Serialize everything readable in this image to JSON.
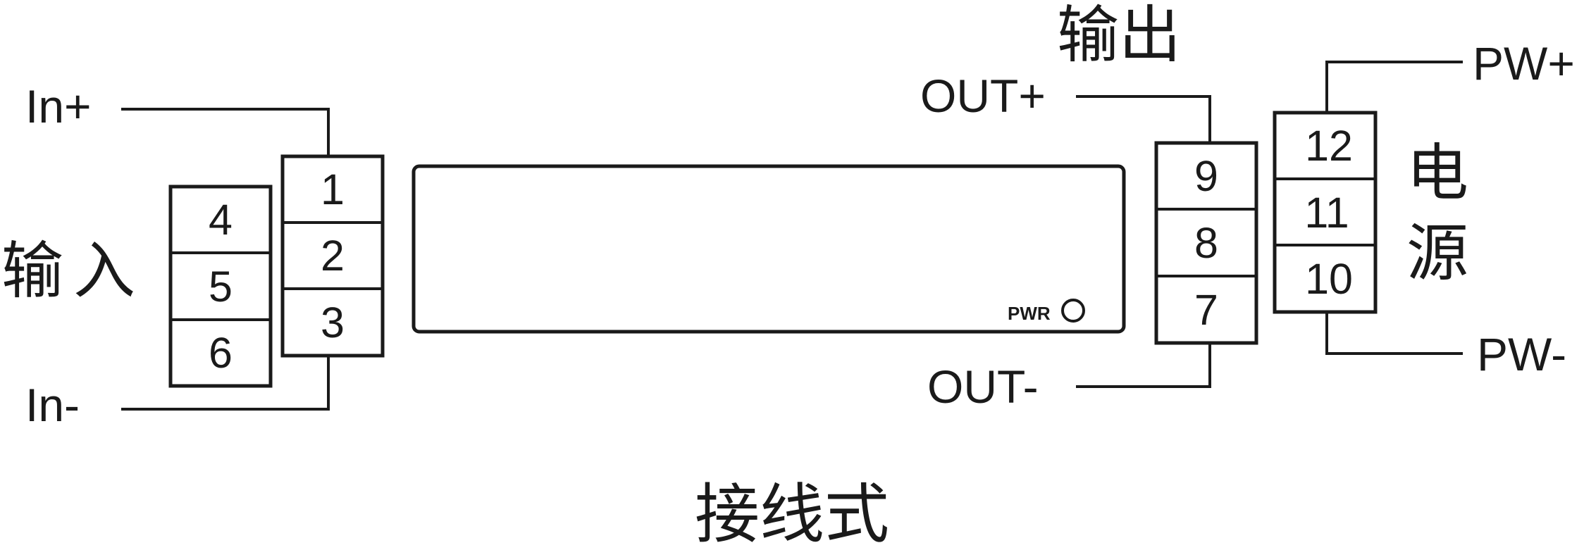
{
  "input": {
    "title_chars": [
      "输",
      "入"
    ],
    "signal_plus": "In+",
    "signal_minus": "In-",
    "terminals_outer": [
      "4",
      "5",
      "6"
    ],
    "terminals_inner": [
      "1",
      "2",
      "3"
    ]
  },
  "output": {
    "title": "输出",
    "signal_plus": "OUT+",
    "signal_minus": "OUT-",
    "terminals": [
      "9",
      "8",
      "7"
    ]
  },
  "power": {
    "title_chars": [
      "电",
      "源"
    ],
    "signal_plus": "PW+",
    "signal_minus": "PW-",
    "terminals": [
      "12",
      "11",
      "10"
    ]
  },
  "module": {
    "indicator_label": "PWR"
  },
  "caption": "接线式"
}
